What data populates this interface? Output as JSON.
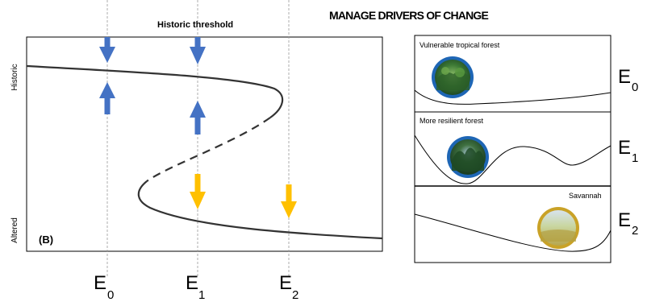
{
  "header": {
    "title": "MANAGE DRIVERS OF CHANGE",
    "threshold_label": "Historic threshold"
  },
  "panel_b": {
    "label": "(B)",
    "y_top": "Historic",
    "y_bottom": "Altered",
    "x_ticks": [
      {
        "base": "E",
        "sub": "0"
      },
      {
        "base": "E",
        "sub": "1"
      },
      {
        "base": "E",
        "sub": "2"
      }
    ]
  },
  "landscapes": [
    {
      "title": "Vulnerable tropical forest",
      "base": "E",
      "sub": "0",
      "image": "tropical-forest-image"
    },
    {
      "title": "More resilient forest",
      "base": "E",
      "sub": "1",
      "image": "resilient-forest-image"
    },
    {
      "title": "Savannah",
      "base": "E",
      "sub": "2",
      "image": "savannah-image"
    }
  ],
  "colors": {
    "arrow_up": "#4472C4",
    "arrow_down": "#FFC000",
    "curve": "#333333"
  }
}
